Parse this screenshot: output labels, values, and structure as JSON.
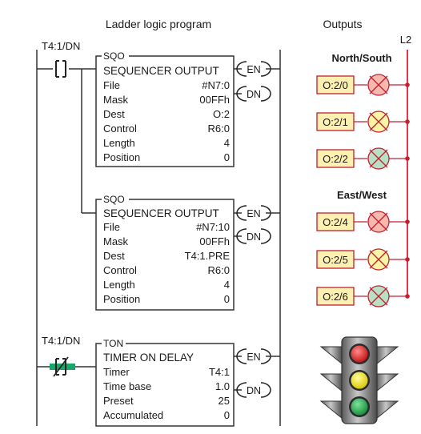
{
  "headings": {
    "ladder": "Ladder logic program",
    "outputs": "Outputs",
    "l2": "L2"
  },
  "rungs": [
    {
      "contact": {
        "tag": "T4:1/DN",
        "kind": "examine-if-closed"
      },
      "instruction": {
        "mnemonic": "SQO",
        "title": "SEQUENCER OUTPUT",
        "rows": [
          {
            "label": "File",
            "value": "#N7:0"
          },
          {
            "label": "Mask",
            "value": "00FFh"
          },
          {
            "label": "Dest",
            "value": "O:2"
          },
          {
            "label": "Control",
            "value": "R6:0"
          },
          {
            "label": "Length",
            "value": "4"
          },
          {
            "label": "Position",
            "value": "0"
          }
        ],
        "coils": [
          "EN",
          "DN"
        ]
      }
    },
    {
      "contact": null,
      "instruction": {
        "mnemonic": "SQO",
        "title": "SEQUENCER OUTPUT",
        "rows": [
          {
            "label": "File",
            "value": "#N7:10"
          },
          {
            "label": "Mask",
            "value": "00FFh"
          },
          {
            "label": "Dest",
            "value": "T4:1.PRE"
          },
          {
            "label": "Control",
            "value": "R6:0"
          },
          {
            "label": "Length",
            "value": "4"
          },
          {
            "label": "Position",
            "value": "0"
          }
        ],
        "coils": [
          "EN",
          "DN"
        ]
      }
    },
    {
      "contact": {
        "tag": "T4:1/DN",
        "kind": "examine-if-open",
        "highlight": "#1aa66b"
      },
      "instruction": {
        "mnemonic": "TON",
        "title": "TIMER ON DELAY",
        "rows": [
          {
            "label": "Timer",
            "value": "T4:1"
          },
          {
            "label": "Time base",
            "value": "1.0"
          },
          {
            "label": "Preset",
            "value": "25"
          },
          {
            "label": "Accumulated",
            "value": "0"
          }
        ],
        "coils": [
          "EN",
          "DN"
        ]
      }
    }
  ],
  "outputs": {
    "groups": [
      {
        "title": "North/South",
        "lamps": [
          {
            "address": "O:2/0",
            "color": "#f7b8b0"
          },
          {
            "address": "O:2/1",
            "color": "#fbf4a6"
          },
          {
            "address": "O:2/2",
            "color": "#b9dfc4"
          }
        ]
      },
      {
        "title": "East/West",
        "lamps": [
          {
            "address": "O:2/4",
            "color": "#f7b8b0"
          },
          {
            "address": "O:2/5",
            "color": "#fbf4a6"
          },
          {
            "address": "O:2/6",
            "color": "#b9dfc4"
          }
        ]
      }
    ],
    "address_box_color": "#fdf0b0",
    "rail_color": "#e0203a"
  },
  "traffic_light": {
    "icon": "traffic-light-icon",
    "lamps": [
      "#e02020",
      "#f2e21a",
      "#1fa84a"
    ]
  }
}
